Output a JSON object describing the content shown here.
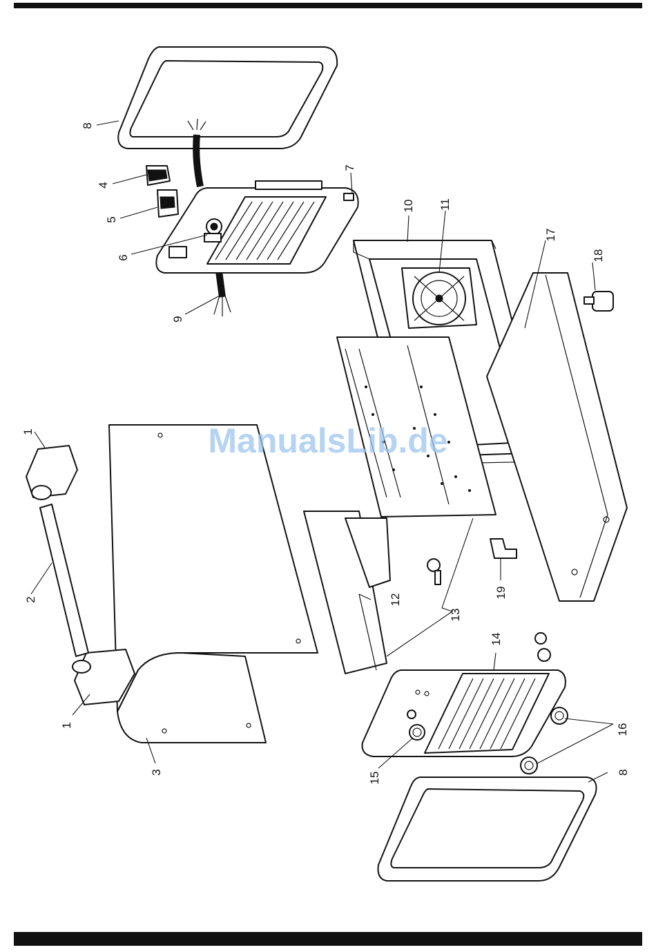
{
  "watermark": "ManualsLib.de",
  "callouts": [
    {
      "id": "c1a",
      "text": "1"
    },
    {
      "id": "c1b",
      "text": "1"
    },
    {
      "id": "c2",
      "text": "2"
    },
    {
      "id": "c3",
      "text": "3"
    },
    {
      "id": "c4",
      "text": "4"
    },
    {
      "id": "c5",
      "text": "5"
    },
    {
      "id": "c6",
      "text": "6"
    },
    {
      "id": "c7",
      "text": "7"
    },
    {
      "id": "c8a",
      "text": "8"
    },
    {
      "id": "c8b",
      "text": "8"
    },
    {
      "id": "c9",
      "text": "9"
    },
    {
      "id": "c10",
      "text": "10"
    },
    {
      "id": "c11",
      "text": "11"
    },
    {
      "id": "c12",
      "text": "12"
    },
    {
      "id": "c13",
      "text": "13"
    },
    {
      "id": "c14",
      "text": "14"
    },
    {
      "id": "c15",
      "text": "15"
    },
    {
      "id": "c16",
      "text": "16"
    },
    {
      "id": "c17",
      "text": "17"
    },
    {
      "id": "c18",
      "text": "18"
    },
    {
      "id": "c19",
      "text": "19"
    }
  ]
}
